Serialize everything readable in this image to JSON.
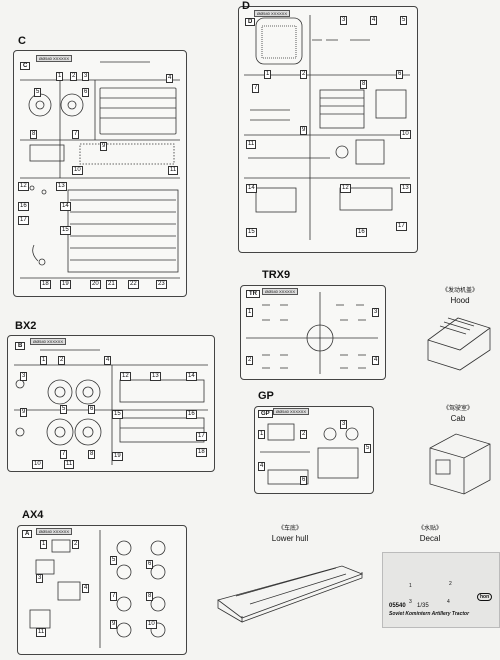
{
  "sprues": {
    "c": {
      "label": "C",
      "tag": "C",
      "code": "ØØ540 XXXXXX"
    },
    "d": {
      "label": "D",
      "tag": "D",
      "code": "ØØ540 XXXXXX"
    },
    "bx2": {
      "label": "BX2",
      "tag": "B",
      "code": "ØØ540 XXXXXX"
    },
    "trx9": {
      "label": "TRX9",
      "tag": "TR",
      "code": "ØØ540 XXXXXX"
    },
    "gp": {
      "label": "GP",
      "tag": "GP",
      "code": "ØØ540 XXXXXX"
    },
    "ax4": {
      "label": "AX4",
      "tag": "A",
      "code": "ØØ540 XXXXXX"
    }
  },
  "parts": {
    "hood": {
      "cn": "《发动机盖》",
      "en": "Hood"
    },
    "cab": {
      "cn": "《驾驶室》",
      "en": "Cab"
    },
    "lower_hull": {
      "cn": "《车底》",
      "en": "Lower hull"
    },
    "decal": {
      "cn": "《水贴》",
      "en": "Decal"
    }
  },
  "decal_sheet": {
    "catalog_no": "05540",
    "scale": "1/35",
    "subject": "Soviet Komintern Artillery Tractor",
    "numbers": [
      "1",
      "2",
      "3",
      "4"
    ],
    "logo": "hon"
  },
  "part_numbers": {
    "c": [
      "1",
      "2",
      "3",
      "4",
      "5",
      "6",
      "7",
      "8",
      "9",
      "10",
      "11",
      "12",
      "13",
      "14",
      "15",
      "16",
      "17",
      "18",
      "19",
      "20",
      "21",
      "22",
      "23"
    ],
    "d": [
      "1",
      "2",
      "3",
      "4",
      "5",
      "6",
      "7",
      "8",
      "9",
      "10",
      "11",
      "12",
      "13",
      "14",
      "15",
      "16",
      "17"
    ],
    "bx2": [
      "1",
      "2",
      "3",
      "4",
      "5",
      "6",
      "7",
      "8",
      "9",
      "10",
      "11",
      "12",
      "13",
      "14",
      "15",
      "16",
      "17",
      "18",
      "19"
    ],
    "trx9": [
      "1",
      "2",
      "3",
      "4"
    ],
    "gp": [
      "1",
      "2",
      "3",
      "4",
      "5",
      "6"
    ],
    "ax4": [
      "1",
      "2",
      "3",
      "4",
      "5",
      "6",
      "7",
      "8",
      "9",
      "10",
      "11"
    ]
  },
  "colors": {
    "ink": "#333333",
    "frame": "#444444",
    "paper": "#f4f4f2",
    "decal_bg": "#e6e6e4"
  }
}
